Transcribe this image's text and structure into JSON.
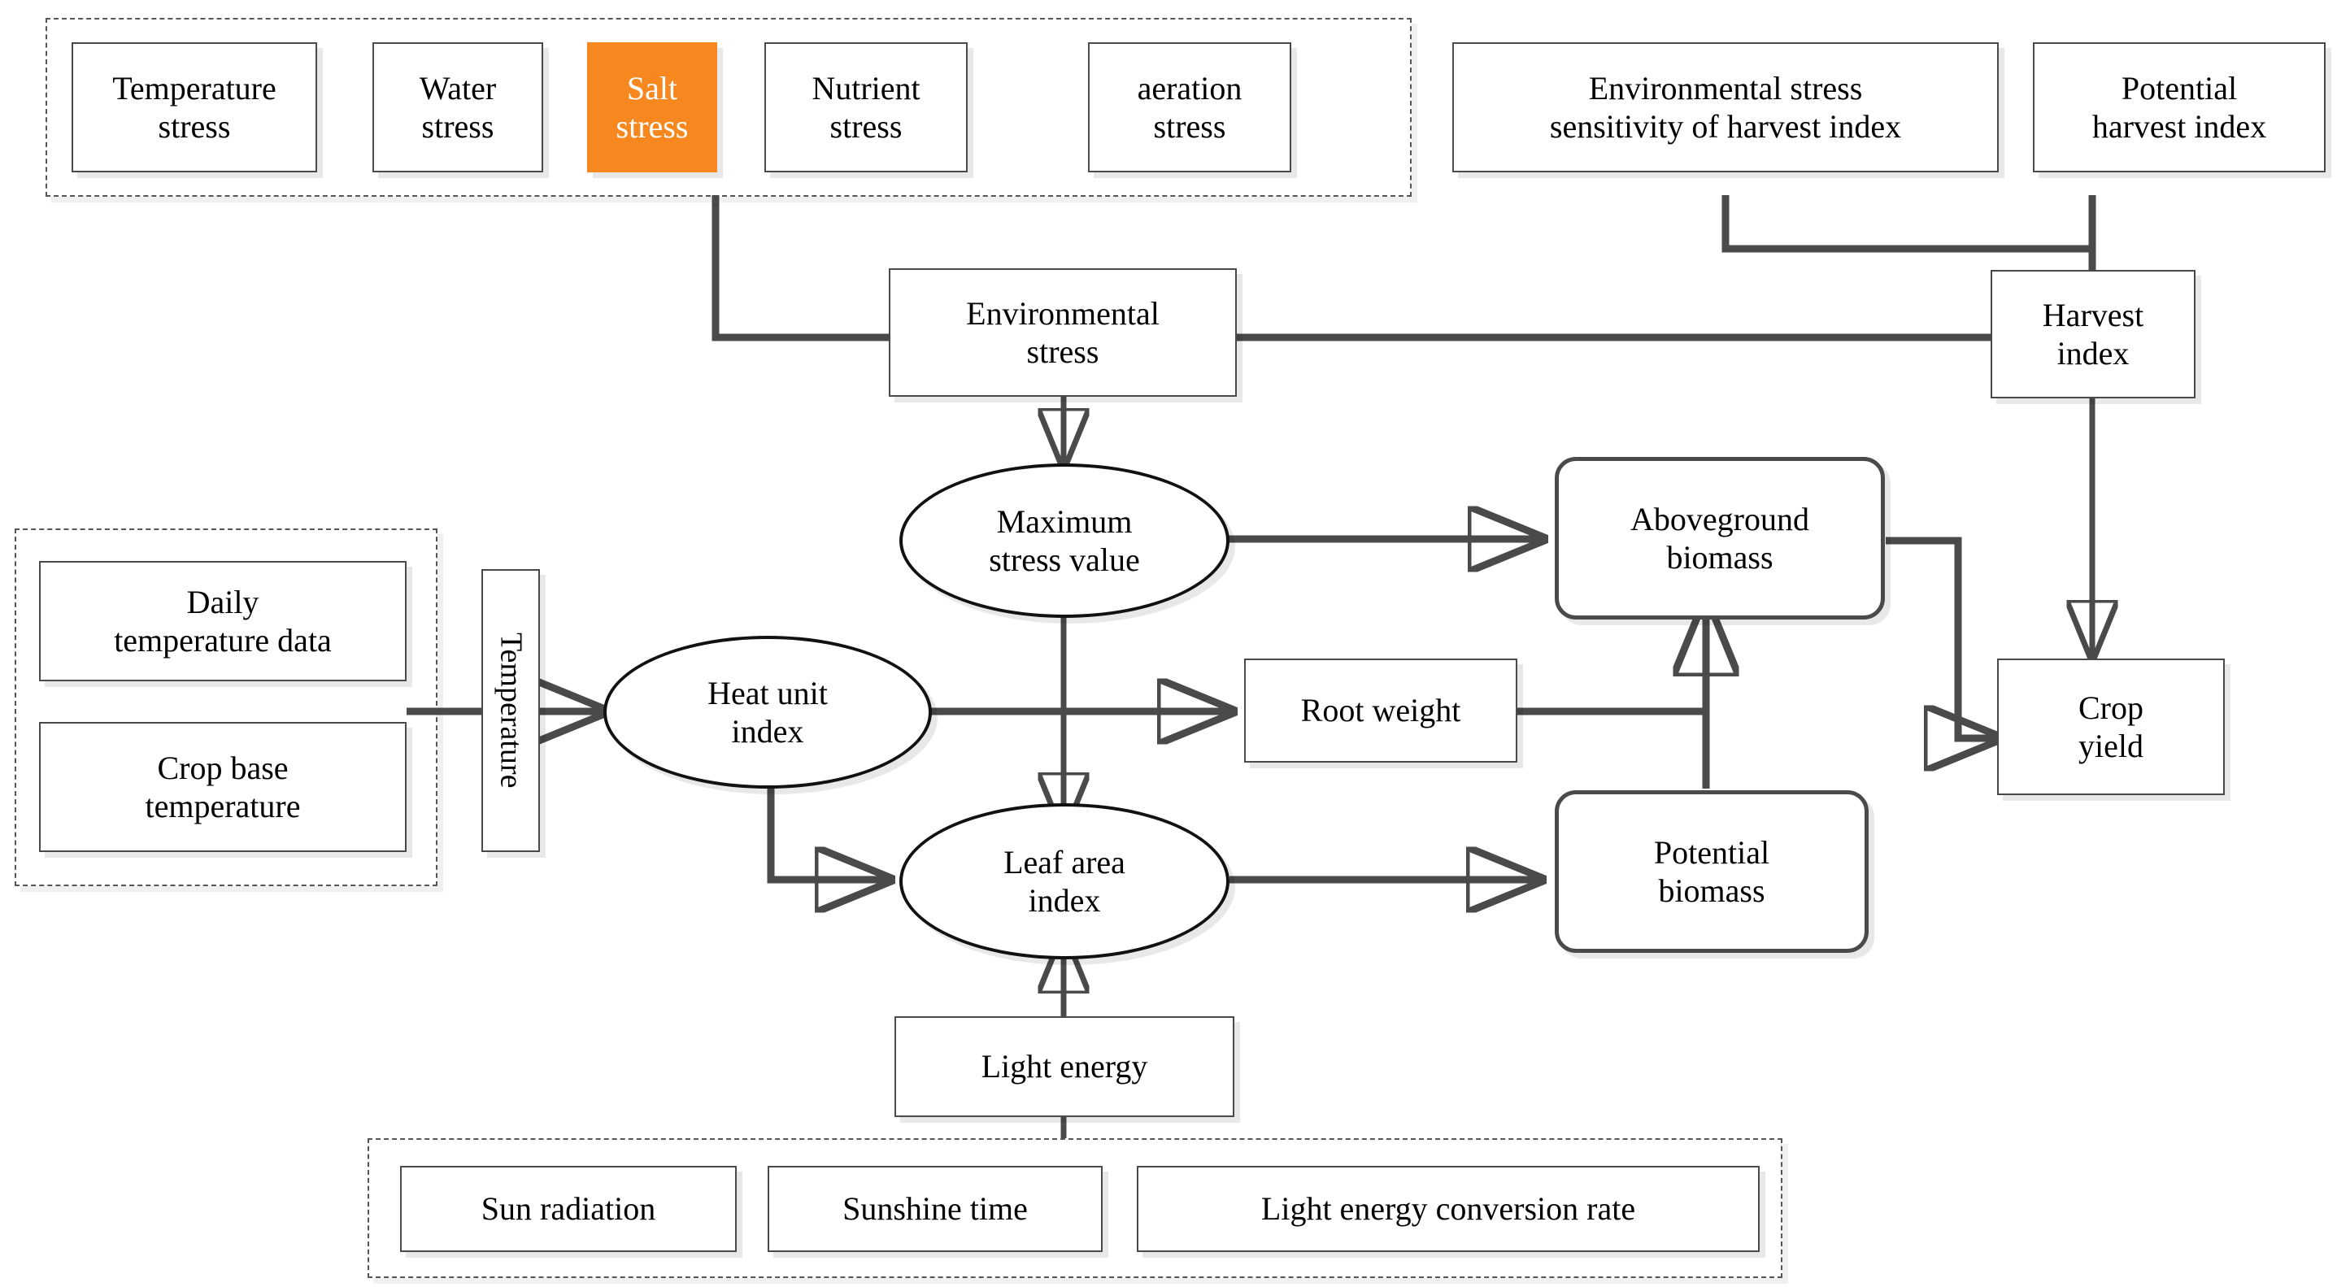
{
  "diagram": {
    "title": "Crop growth and yield simulation flowchart",
    "accent_color": "#F7881F",
    "line_color": "#4a4a4a",
    "node_border_color": "#4a4a4a"
  },
  "groups": {
    "stress_factors": {
      "name": "stress-factor-group"
    },
    "temperature_inputs": {
      "name": "temperature-input-group"
    },
    "light_inputs": {
      "name": "light-input-group"
    }
  },
  "nodes": {
    "temperature_stress": {
      "label": "Temperature\nstress",
      "highlighted": false
    },
    "water_stress": {
      "label": "Water\nstress",
      "highlighted": false
    },
    "salt_stress": {
      "label": "Salt\nstress",
      "highlighted": true
    },
    "nutrient_stress": {
      "label": "Nutrient\nstress",
      "highlighted": false
    },
    "aeration_stress": {
      "label": "aeration\nstress",
      "highlighted": false
    },
    "env_stress_sensitivity": {
      "label": "Environmental stress\nsensitivity of harvest index",
      "highlighted": false
    },
    "potential_harvest_index": {
      "label": "Potential\nharvest index",
      "highlighted": false
    },
    "environmental_stress": {
      "label": "Environmental\nstress",
      "highlighted": false
    },
    "harvest_index": {
      "label": "Harvest\nindex",
      "highlighted": false
    },
    "maximum_stress_value": {
      "label": "Maximum\nstress value",
      "highlighted": false
    },
    "daily_temperature_data": {
      "label": "Daily\ntemperature data",
      "highlighted": false
    },
    "crop_base_temperature": {
      "label": "Crop base\ntemperature",
      "highlighted": false
    },
    "temperature": {
      "label": "Temperature",
      "highlighted": false
    },
    "heat_unit_index": {
      "label": "Heat unit\nindex",
      "highlighted": false
    },
    "root_weight": {
      "label": "Root weight",
      "highlighted": false
    },
    "aboveground_biomass": {
      "label": "Aboveground\nbiomass",
      "highlighted": false
    },
    "crop_yield": {
      "label": "Crop\nyield",
      "highlighted": false
    },
    "leaf_area_index": {
      "label": "Leaf area\nindex",
      "highlighted": false
    },
    "potential_biomass": {
      "label": "Potential\nbiomass",
      "highlighted": false
    },
    "light_energy": {
      "label": "Light energy",
      "highlighted": false
    },
    "sun_radiation": {
      "label": "Sun radiation",
      "highlighted": false
    },
    "sunshine_time": {
      "label": "Sunshine time",
      "highlighted": false
    },
    "light_energy_conversion_rate": {
      "label": "Light energy conversion rate",
      "highlighted": false
    }
  },
  "edges": [
    {
      "from": "salt_stress",
      "to": "environmental_stress",
      "arrow": false
    },
    {
      "from": "env_stress_sensitivity",
      "to": "harvest_index",
      "arrow": false
    },
    {
      "from": "potential_harvest_index",
      "to": "harvest_index",
      "arrow": false
    },
    {
      "from": "environmental_stress",
      "to": "harvest_index",
      "arrow": false
    },
    {
      "from": "environmental_stress",
      "to": "maximum_stress_value",
      "arrow": true
    },
    {
      "from": "harvest_index",
      "to": "crop_yield",
      "arrow": true
    },
    {
      "from": "maximum_stress_value",
      "to": "aboveground_biomass",
      "arrow": true
    },
    {
      "from": "maximum_stress_value",
      "to": "leaf_area_index",
      "arrow": true
    },
    {
      "from": "daily_temperature_data",
      "to": "temperature",
      "arrow": false
    },
    {
      "from": "crop_base_temperature",
      "to": "temperature",
      "arrow": false
    },
    {
      "from": "temperature",
      "to": "heat_unit_index",
      "arrow": true
    },
    {
      "from": "heat_unit_index",
      "to": "root_weight",
      "arrow": true
    },
    {
      "from": "heat_unit_index",
      "to": "leaf_area_index",
      "arrow": true
    },
    {
      "from": "root_weight",
      "to": "aboveground_biomass",
      "arrow": true
    },
    {
      "from": "aboveground_biomass",
      "to": "crop_yield",
      "arrow": true
    },
    {
      "from": "leaf_area_index",
      "to": "potential_biomass",
      "arrow": true
    },
    {
      "from": "potential_biomass",
      "to": "aboveground_biomass",
      "arrow": true
    },
    {
      "from": "light_energy",
      "to": "leaf_area_index",
      "arrow": true
    },
    {
      "from": "sunshine_time",
      "to": "light_energy",
      "arrow": false
    }
  ]
}
